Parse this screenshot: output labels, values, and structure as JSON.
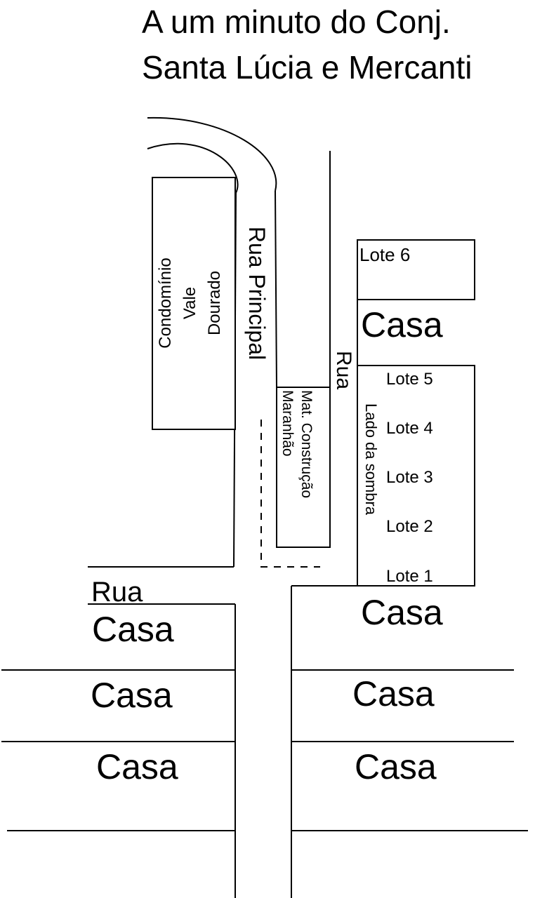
{
  "title": {
    "line1": "A um minuto do Conj.",
    "line2": "Santa Lúcia e Mercanti"
  },
  "streets": {
    "main": "Rua Principal",
    "side": "Rua",
    "cross": "Rua"
  },
  "condominio": {
    "line1": "Condomínio",
    "line2": "Vale",
    "line3": "Dourado"
  },
  "store": {
    "line1": "Mat. Construção",
    "line2": "Maranhão"
  },
  "lots": {
    "lote6": "Lote 6",
    "lote5": "Lote 5",
    "lote4": "Lote 4",
    "lote3": "Lote 3",
    "lote2": "Lote 2",
    "lote1": "Lote 1",
    "shade": "Lado da sombra"
  },
  "houses": {
    "right_top": "Casa",
    "right_1": "Casa",
    "right_2": "Casa",
    "right_3": "Casa",
    "left_1": "Casa",
    "left_2": "Casa",
    "left_3": "Casa"
  }
}
